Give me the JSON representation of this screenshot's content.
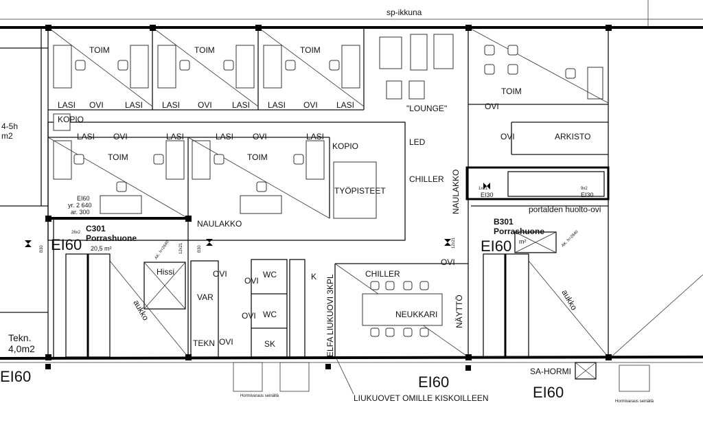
{
  "title": "sp-ikkuna",
  "rooms": {
    "toim_1": "TOIM",
    "toim_2": "TOIM",
    "toim_3": "TOIM",
    "toim_4": "TOIM",
    "toim_5": "TOIM",
    "toim_6": "TOIM",
    "lounge": "\"LOUNGE\"",
    "kopio_1": "KOPIO",
    "kopio_2": "KOPIO",
    "tyopisteet": "TYÖPISTEET",
    "led": "LED",
    "chiller_1": "CHILLER",
    "chiller_2": "CHILLER",
    "arkisto": "ARKISTO",
    "naulakko_1": "NAULAKKO",
    "naulakko_2": "NAULAKKO",
    "hissi": "Hissi",
    "var": "VAR",
    "tekn_small": "TEKN",
    "wc_1": "WC",
    "wc_2": "WC",
    "sk": "SK",
    "k": "K",
    "neukkari": "NEUKKARI",
    "naytto": "NÄYTTÖ",
    "elfa": "ELFA LIUKUOVI 3KPL",
    "aukko_1": "aukko",
    "aukko_2": "aukko",
    "tekn": "Tekn.",
    "tekn_area": "4,0m2",
    "partial_area": "4-5h",
    "partial_m2": "m2"
  },
  "glass_labels": {
    "lasi": "LASI",
    "ovi": "OVI"
  },
  "stairs": {
    "c301_id": "C301",
    "c301_name": "Porrashuone",
    "c301_area": "20,5 m²",
    "b301_id": "B301",
    "b301_name": "Porrashuone",
    "b301_area": "m²",
    "huolto": "portalden huolto-ovi"
  },
  "fire": {
    "ei60": "EI60",
    "ei30": "EI30",
    "b30": "B30",
    "yr": "yr. 2 640",
    "ar": "ar. 300",
    "door_26x2": "26x2",
    "door_12x21": "12x21",
    "door_1x21": "1x21",
    "door_9x2": "9x2",
    "ak": "AK. h=2640"
  },
  "notes": {
    "sa_hormi": "SA-HORMI",
    "liukuovet": "LIUKUOVET OMILLE KISKOILLEEN",
    "hormivaraus": "Hormivaraus seinällä"
  }
}
